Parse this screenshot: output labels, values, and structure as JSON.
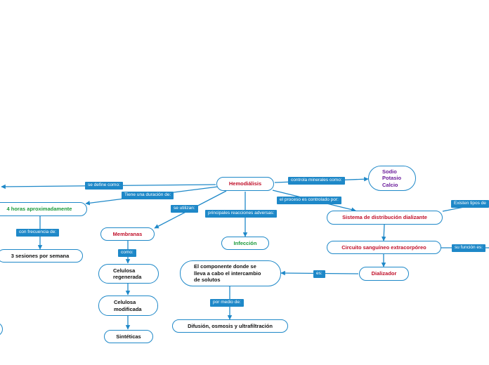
{
  "colors": {
    "connector": "#1e88c8",
    "label_background": "#1e88c8",
    "title_red": "#c0102a",
    "title_green": "#1a9a3a",
    "title_purple": "#6a1b9a"
  },
  "nodes": {
    "hemodialisis": "Hemodiálisis",
    "minerales": "Sodio\nPotasio\nCalcio",
    "duracion": "4 horas aproximadamente",
    "sesiones": "3 sesiones por semana",
    "membranas": "Membranas",
    "celulosa_regenerada": "Celulosa\nregenerada",
    "celulosa_modificada": "Celulosa\nmodificada",
    "sinteticas": "Sintéticas",
    "infeccion": "Infección",
    "sistema_distribucion": "Sistema de distribución dializante",
    "circuito": "Circuito sanguíneo extracorpóreo",
    "dializador": "Dializador",
    "componente": "El componente donde se\nlleva a cabo el intercambio\nde solutos",
    "difusion": "Difusión, osmosis y ultrafiltración"
  },
  "labels": {
    "se_define": "se define como:",
    "duracion": "Tiene una duración de:",
    "se_utilizan": "se utilizan:",
    "reacciones": "principales reacciones adversas:",
    "controla": "controla minerales como:",
    "proceso": "el proceso es controlado por:",
    "existen": "Existen tipos de",
    "frecuencia": "con frecuencia de:",
    "como": "como:",
    "su_funcion": "su función es:",
    "es": "es:",
    "por_medio": "por medio de:"
  }
}
